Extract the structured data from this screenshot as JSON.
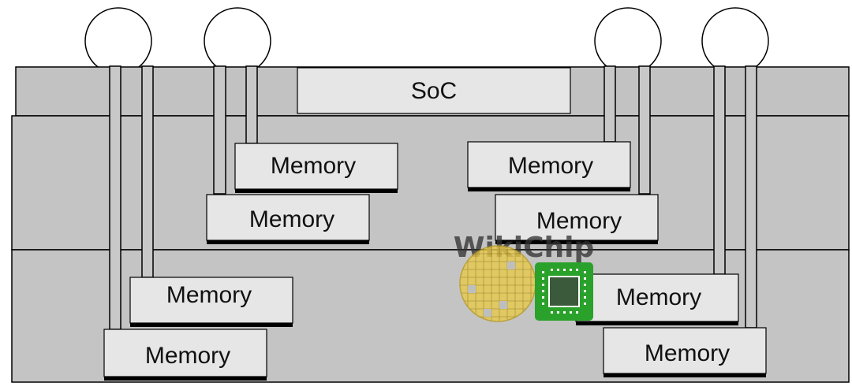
{
  "diagram": {
    "soc_label": "SoC",
    "memory_label": "Memory"
  },
  "watermark": {
    "text": "WikiChip",
    "wafer_color": "#e8c94a",
    "chip_color": "#2aa12a",
    "icon_names": [
      "wafer-icon",
      "chip-icon"
    ]
  }
}
